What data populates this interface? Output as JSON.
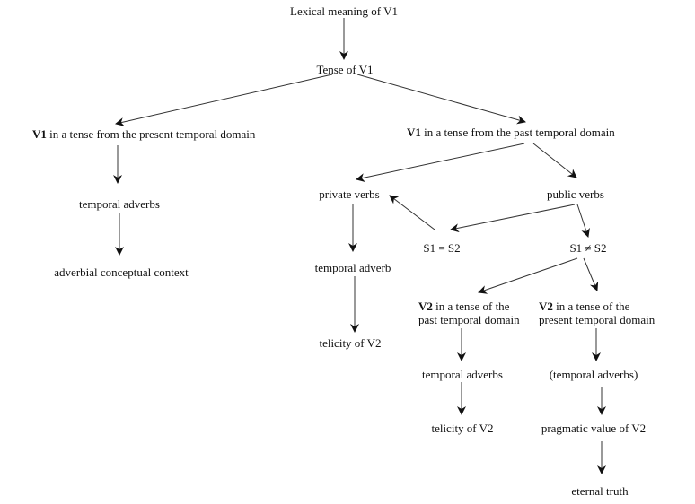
{
  "diagram": {
    "type": "flowchart",
    "nodes": {
      "lexical": "Lexical meaning of V1",
      "tense": "Tense of V1",
      "present_v1_bold": "V1",
      "present_v1_rest": " in a tense from the present temporal domain",
      "past_v1_bold": "V1",
      "past_v1_rest": " in a tense from the past temporal domain",
      "temporal_adverbs_left": "temporal adverbs",
      "adverbial_context": "adverbial conceptual context",
      "private_verbs": "private verbs",
      "public_verbs": "public verbs",
      "s1_eq_s2": "S1 = S2",
      "s1_neq_s2": "S1 ≠ S2",
      "temporal_adverb_private": "temporal adverb",
      "telicity_private": "telicity of V2",
      "v2_past_bold": "V2",
      "v2_past_line1_rest": " in a tense of the",
      "v2_past_line2": "past temporal domain",
      "v2_present_bold": "V2",
      "v2_present_line1_rest": " in a tense of the",
      "v2_present_line2": "present temporal domain",
      "temporal_adverbs_past": "temporal adverbs",
      "temporal_adverbs_present": "(temporal adverbs)",
      "telicity_past": "telicity of V2",
      "pragmatic_value": "pragmatic value of V2",
      "eternal_truth": "eternal truth"
    },
    "edges": [
      [
        "lexical",
        "tense"
      ],
      [
        "tense",
        "present_v1"
      ],
      [
        "tense",
        "past_v1"
      ],
      [
        "present_v1",
        "temporal_adverbs_left"
      ],
      [
        "temporal_adverbs_left",
        "adverbial_context"
      ],
      [
        "past_v1",
        "private_verbs"
      ],
      [
        "past_v1",
        "public_verbs"
      ],
      [
        "public_verbs",
        "s1_eq_s2"
      ],
      [
        "public_verbs",
        "s1_neq_s2"
      ],
      [
        "s1_eq_s2",
        "private_verbs"
      ],
      [
        "private_verbs",
        "temporal_adverb_private"
      ],
      [
        "temporal_adverb_private",
        "telicity_private"
      ],
      [
        "s1_neq_s2",
        "v2_past"
      ],
      [
        "s1_neq_s2",
        "v2_present"
      ],
      [
        "v2_past",
        "temporal_adverbs_past"
      ],
      [
        "temporal_adverbs_past",
        "telicity_past"
      ],
      [
        "v2_present",
        "temporal_adverbs_present"
      ],
      [
        "temporal_adverbs_present",
        "pragmatic_value"
      ],
      [
        "pragmatic_value",
        "eternal_truth"
      ]
    ]
  }
}
